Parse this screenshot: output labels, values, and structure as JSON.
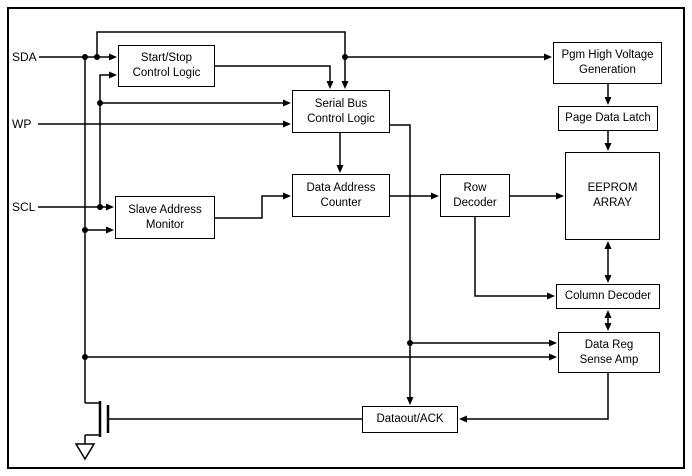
{
  "diagram": {
    "pins": {
      "sda": "SDA",
      "wp": "WP",
      "scl": "SCL"
    },
    "blocks": {
      "start_stop": "Start/Stop\nControl Logic",
      "serial_bus": "Serial Bus\nControl Logic",
      "slave_monitor": "Slave Address\nMonitor",
      "data_address_counter": "Data Address\nCounter",
      "row_decoder": "Row\nDecoder",
      "eeprom_array": "EEPROM\nARRAY",
      "pgm_high_voltage": "Pgm High Voltage\nGeneration",
      "page_data_latch": "Page Data Latch",
      "column_decoder": "Column Decoder",
      "data_reg_sense_amp": "Data Reg\nSense Amp",
      "dataout_ack": "Dataout/ACK"
    },
    "colors": {
      "line": "#000000",
      "background": "#ffffff"
    }
  }
}
